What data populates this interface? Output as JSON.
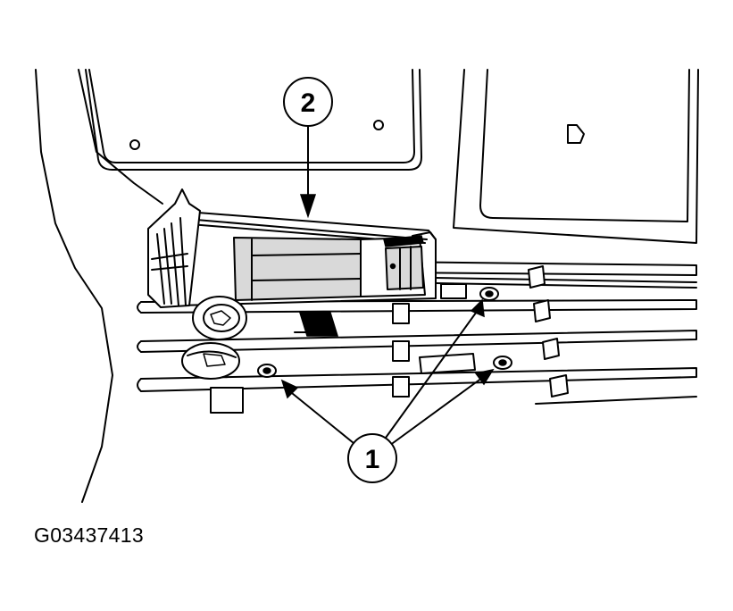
{
  "figure_id": "G03437413",
  "callouts": [
    {
      "label": "1"
    },
    {
      "label": "2"
    }
  ],
  "colors": {
    "line": "#000000",
    "background": "#ffffff",
    "shade": "#d9d9d9"
  }
}
